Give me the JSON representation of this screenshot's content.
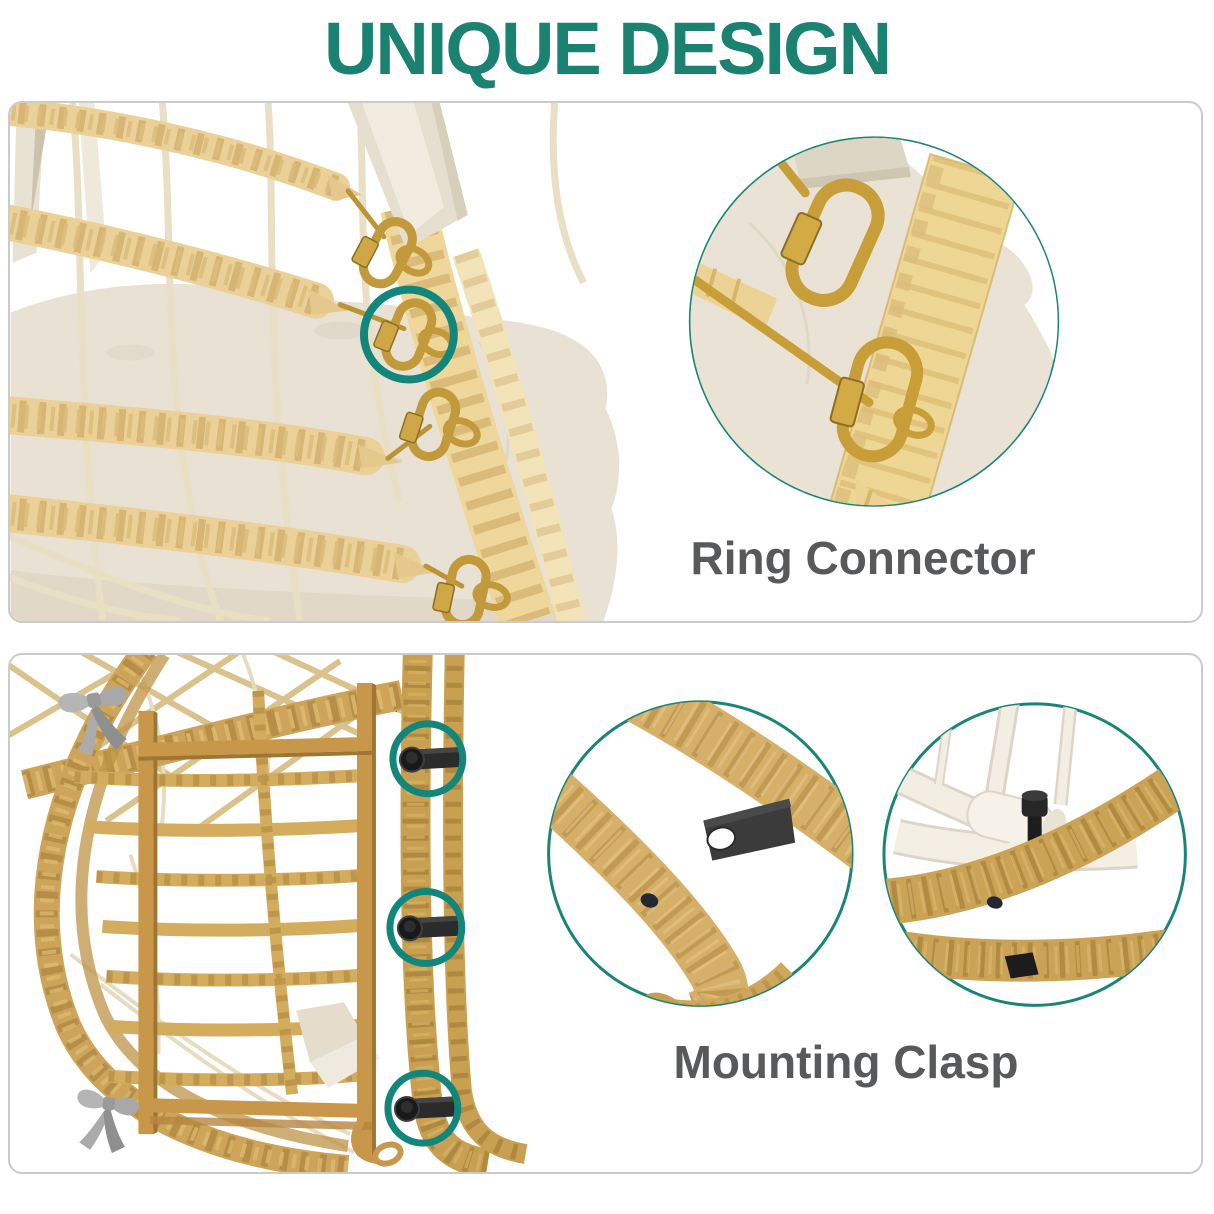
{
  "title": "UNIQUE DESIGN",
  "features": {
    "ring_connector": {
      "label": "Ring Connector"
    },
    "mounting_clasp": {
      "label": "Mounting Clasp"
    }
  },
  "colors": {
    "accent": "#12867a",
    "title": "#1b8171",
    "label": "#58595b",
    "panel_border": "#cbcbcb",
    "inset_border": "#1a8577"
  }
}
